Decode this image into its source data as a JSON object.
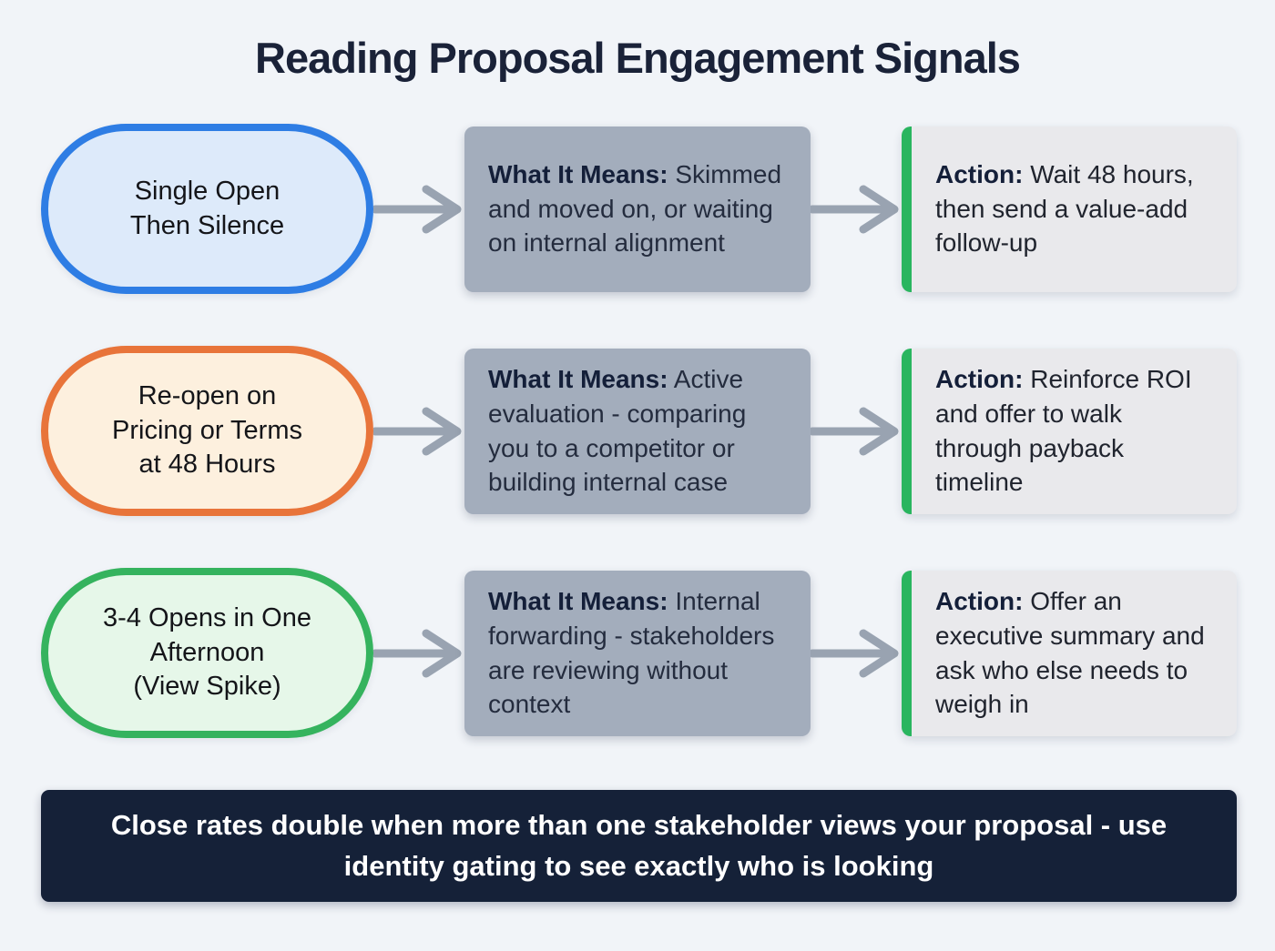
{
  "title": "Reading Proposal Engagement Signals",
  "colors": {
    "background": "#f1f4f8",
    "title_text": "#1a2238",
    "arrow": "#99a3b1",
    "means_box_bg": "#a3adbc",
    "action_box_bg": "#e9e9ec",
    "action_accent_green": "#29b55f",
    "banner_bg": "#152138",
    "banner_text": "#ffffff"
  },
  "rows": [
    {
      "signal": "Single Open\nThen Silence",
      "signal_border_color": "#2e7de4",
      "signal_fill_color": "#ddeafa",
      "means_label": "What It Means:",
      "means_body": "Skimmed and moved on, or waiting on internal alignment",
      "action_label": "Action:",
      "action_body": "Wait 48 hours, then send a value-add follow-up"
    },
    {
      "signal": "Re-open on\nPricing or Terms\nat 48 Hours",
      "signal_border_color": "#e8743a",
      "signal_fill_color": "#fdf0de",
      "means_label": "What It Means:",
      "means_body": "Active evaluation - comparing you to a competitor or building internal case",
      "action_label": "Action:",
      "action_body": "Reinforce ROI and offer to walk through payback timeline"
    },
    {
      "signal": "3-4 Opens in One\nAfternoon\n(View Spike)",
      "signal_border_color": "#35b35e",
      "signal_fill_color": "#e6f7e9",
      "means_label": "What It Means:",
      "means_body": "Internal forwarding - stakeholders are reviewing without context",
      "action_label": "Action:",
      "action_body": "Offer an executive summary and ask who else needs to weigh in"
    }
  ],
  "banner": {
    "text": "Close rates double when more than one stakeholder views your proposal - use identity gating to see exactly who is looking"
  }
}
